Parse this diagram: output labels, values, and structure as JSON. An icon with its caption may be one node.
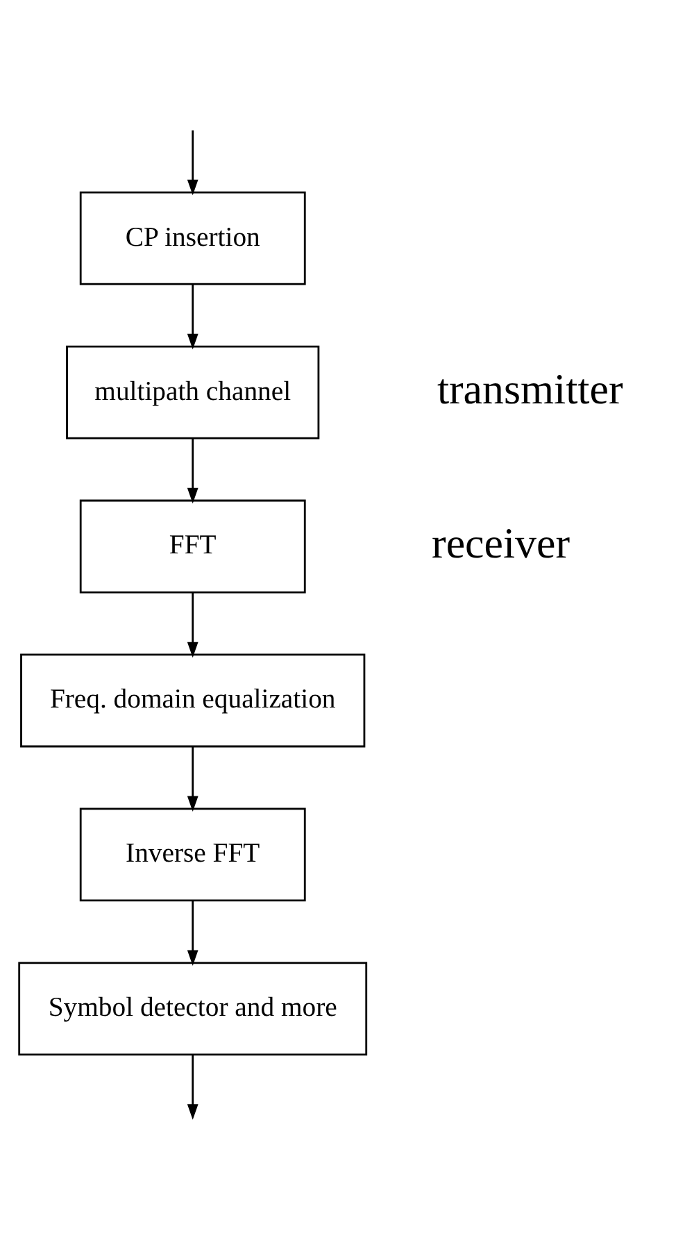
{
  "diagram": {
    "nodes": [
      {
        "text": [
          "CP insertion"
        ]
      },
      {
        "text": [
          "multipath channel"
        ]
      },
      {
        "text": [
          "FFT"
        ]
      },
      {
        "text": [
          "Freq. domain equalization"
        ]
      },
      {
        "text": [
          "Inverse FFT"
        ]
      },
      {
        "text": [
          "Symbol detector and more"
        ]
      }
    ],
    "edges": [
      {
        "from": null,
        "to": 0,
        "arrow": "to"
      },
      {
        "from": 0,
        "to": 1,
        "arrow": "to"
      },
      {
        "from": 1,
        "to": 2,
        "arrow": "to"
      },
      {
        "from": 2,
        "to": 3,
        "arrow": "to"
      },
      {
        "from": 3,
        "to": 4,
        "arrow": "to"
      },
      {
        "from": 4,
        "to": 5,
        "arrow": "to"
      },
      {
        "from": 5,
        "to": null,
        "arrow": "to"
      }
    ],
    "labels": [
      "transmitter",
      "receiver"
    ]
  }
}
